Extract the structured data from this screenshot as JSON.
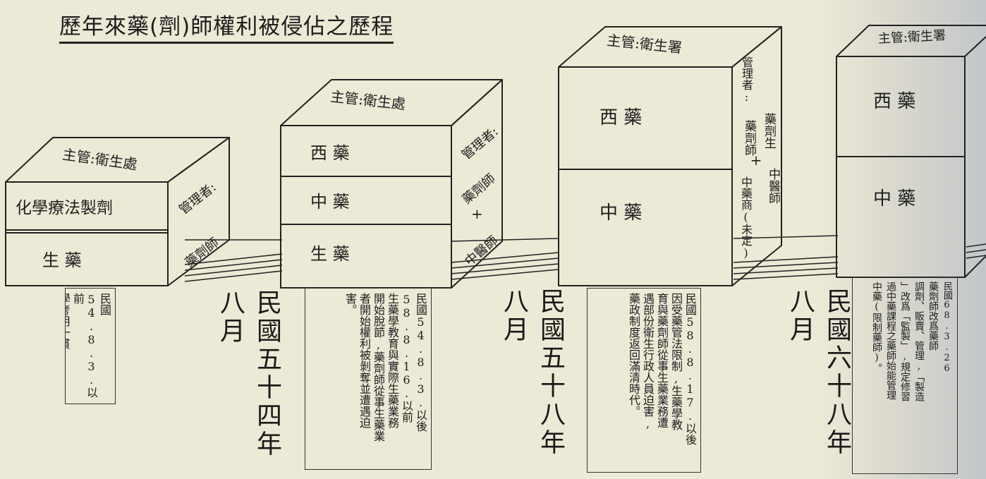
{
  "title": "歷年來藥(劑)師權利被侵佔之歷程",
  "blocks": [
    {
      "authority": "主管:衛生處",
      "sections": [
        "化學療法製劑",
        "生 藥"
      ],
      "manager_label": "管理者:",
      "managers": [
        "藥劑師"
      ]
    },
    {
      "authority": "主管:衛生處",
      "sections": [
        "西 藥",
        "中 藥",
        "生 藥"
      ],
      "manager_label": "管理者:",
      "managers": [
        "藥劑師",
        "中醫師"
      ]
    },
    {
      "authority": "主管:衛生署",
      "sections": [
        "西 藥",
        "中 藥"
      ],
      "manager_label": "管理者:",
      "managers": [
        "藥劑生",
        "藥劑師",
        "中醫師",
        "中藥商(未定)"
      ]
    },
    {
      "authority": "主管:衛生署",
      "sections": [
        "西 藥",
        "中 藥"
      ]
    }
  ],
  "plus_sign": "+",
  "eras": [
    "民國五十四年八月",
    "民國五十八年八月",
    "民國六十八年八月"
  ],
  "notes": [
    {
      "columns": [
        "民國54.8.3.以前",
        "學考用一貫"
      ]
    },
    {
      "columns": [
        "民國54.8.3.以後",
        "58.8.16.以前",
        "生藥學教育與實際生藥業務",
        "開始脫節,藥劑師從事生藥業",
        "者開始權利被剝奪並遭遇迫",
        "害。"
      ]
    },
    {
      "columns": [
        "民國58.8.17.以後",
        "因受藥管法限制,生藥學教",
        "育與藥劑師從事生藥業務遭",
        "遇部份衛生行政人員迫害,",
        "藥政制度返回滿清時代。"
      ]
    },
    {
      "columns": [
        "民國68.3.26",
        "藥劑師改爲藥師",
        "調劑、販賣、管理,「製造",
        "」改爲「監製」,規定修習",
        "過中藥課程之藥師始能管理",
        "中藥(限制藥師)。"
      ]
    }
  ]
}
